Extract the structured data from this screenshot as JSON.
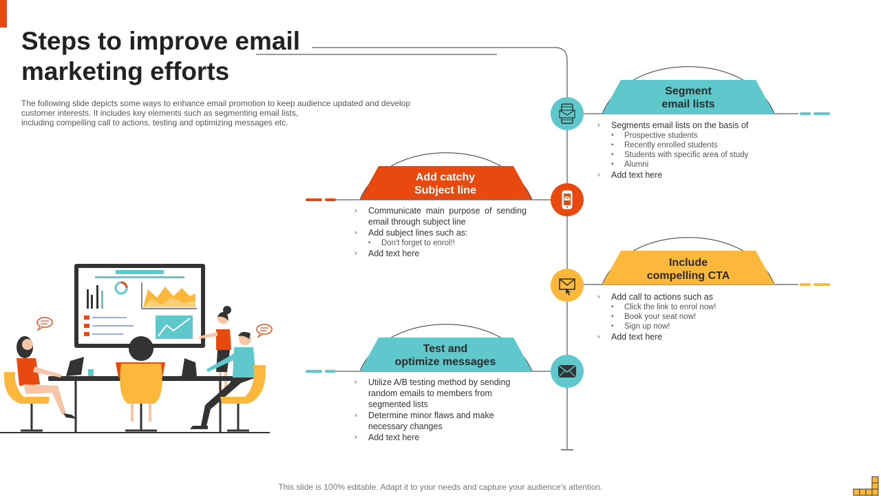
{
  "slide": {
    "title": "Steps to improve email\nmarketing efforts",
    "subtitle": "The following slide depicts some ways to enhance email promotion to keep audience updated and develop\ncustomer interests. It includes key elements such as segmenting email lists,\nincluding compelling call to actions, testing and optimizing messages etc.",
    "footer": "This slide is 100% editable. Adapt it to your needs and capture your audience's attention."
  },
  "colors": {
    "orange": "#e8490f",
    "teal": "#5ec8cc",
    "yellow": "#fbb83a",
    "line": "#333333"
  },
  "steps": [
    {
      "heading": "Segment\nemail lists",
      "icon": "mobile-email-icon",
      "color": "#5ec8cc",
      "items": [
        {
          "text": "Segments email lists on the basis of",
          "subs": [
            "Prospective students",
            "Recently enrolled students",
            "Students with specific area of study",
            "Alumni"
          ]
        },
        {
          "text": "Add text here",
          "subs": []
        }
      ]
    },
    {
      "heading": "Add catchy\nSubject line",
      "icon": "phone-mail-icon",
      "color": "#e8490f",
      "items": [
        {
          "text": "Communicate main purpose of sending email through subject line",
          "subs": []
        },
        {
          "text": "Add subject lines such as:",
          "subs": [
            "Don't forget to enrol!!"
          ]
        },
        {
          "text": "Add text here",
          "subs": []
        }
      ]
    },
    {
      "heading": "Include\ncompelling CTA",
      "icon": "envelope-click-icon",
      "color": "#fbb83a",
      "items": [
        {
          "text": "Add call to actions such as",
          "subs": [
            "Click the link to enrol now!",
            "Book your seat now!",
            "Sign up now!"
          ]
        },
        {
          "text": "Add text here",
          "subs": []
        }
      ]
    },
    {
      "heading": "Test and\noptimize messages",
      "icon": "envelope-target-icon",
      "color": "#5ec8cc",
      "items": [
        {
          "text": "Utilize A/B testing method by sending random emails to members from segmented lists",
          "subs": []
        },
        {
          "text": "Determine minor flaws and make necessary changes",
          "subs": []
        },
        {
          "text": "Add text here",
          "subs": []
        }
      ]
    }
  ]
}
